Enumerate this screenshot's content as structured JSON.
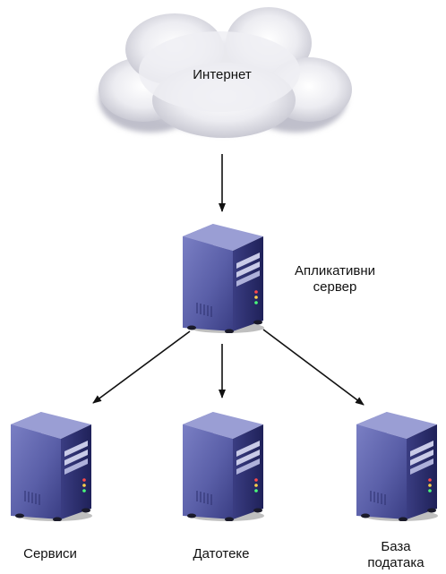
{
  "diagram": {
    "internet": {
      "label": "Интернет"
    },
    "app_server": {
      "label_line1": "Апликативни",
      "label_line2": "сервер"
    },
    "services": {
      "label": "Сервиси"
    },
    "files": {
      "label": "Датотеке"
    },
    "database": {
      "label_line1": "База",
      "label_line2": "података"
    }
  },
  "colors": {
    "server_front": "#5a5fa8",
    "server_side": "#2e3170",
    "server_top": "#8286c4",
    "cloud": "#e6e6ec",
    "arrow": "#111111"
  },
  "icons": {
    "cloud": "cloud-icon",
    "server": "server-icon"
  }
}
